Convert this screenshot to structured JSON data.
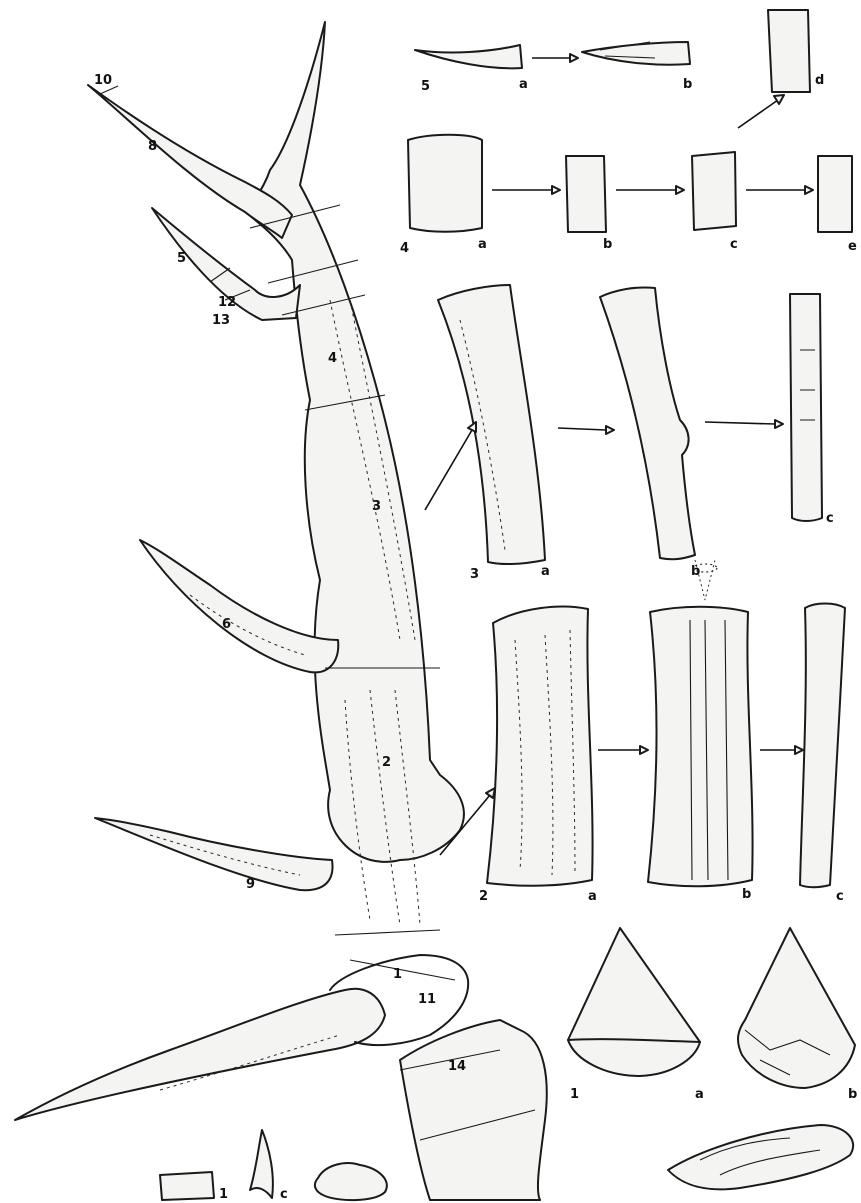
{
  "labels": {
    "n10": "10",
    "n8": "8",
    "n5": "5",
    "n12": "12",
    "n13": "13",
    "n4": "4",
    "n3": "3",
    "n6": "6",
    "n2": "2",
    "n9": "9",
    "n1": "1",
    "n11": "11",
    "n14": "14",
    "r1_num": "5",
    "r1_a": "a",
    "r1_b": "b",
    "r1_d": "d",
    "r2_num": "4",
    "r2_a": "a",
    "r2_b": "b",
    "r2_c": "c",
    "r2_e": "e",
    "r3_num": "3",
    "r3_a": "a",
    "r3_b": "b",
    "r3_c": "c",
    "r4_num": "2",
    "r4_a": "a",
    "r4_b": "b",
    "r4_c": "c",
    "r5_num": "1",
    "r5_a": "a",
    "r5_b": "b",
    "bl_num": "1",
    "bl_c": "c"
  }
}
